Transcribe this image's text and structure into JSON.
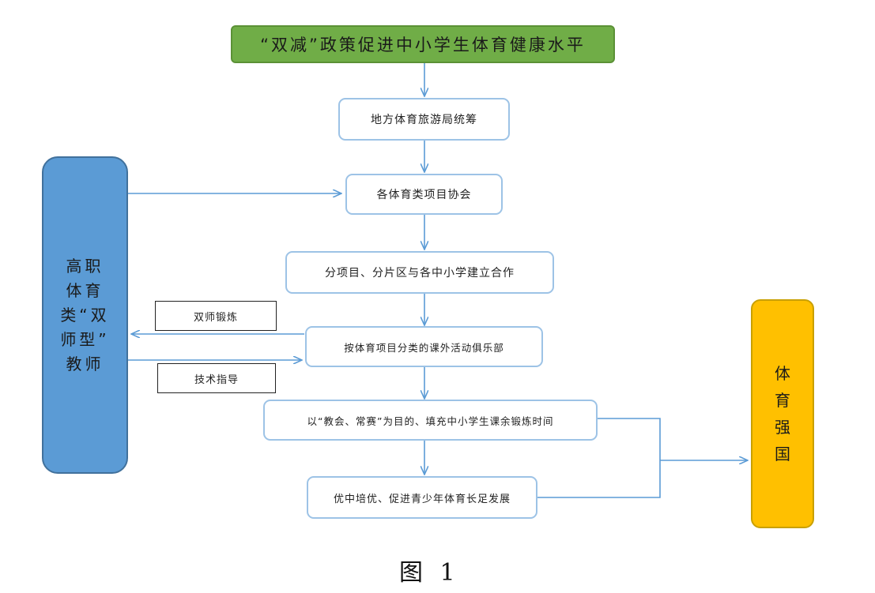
{
  "title": "“双减”政策促进中小学生体育健康水平",
  "flow": [
    "地方体育旅游局统筹",
    "各体育类项目协会",
    "分项目、分片区与各中小学建立合作",
    "按体育项目分类的课外活动俱乐部",
    "以“教会、常赛”为目的、填充中小学生课余锻炼时间",
    "优中培优、促进青少年体育长足发展"
  ],
  "side_box": "高职\n体育\n类“双\n师型”\n教师",
  "goal_box": "体\n育\n强\n国",
  "labels": {
    "training": "双师锻炼",
    "guidance": "技术指导"
  },
  "caption": "图 1",
  "colors": {
    "title_fill": "#70ad47",
    "side_fill": "#5b9bd5",
    "goal_fill": "#ffc000",
    "node_border": "#9dc3e6",
    "arrow": "#5b9bd5"
  }
}
